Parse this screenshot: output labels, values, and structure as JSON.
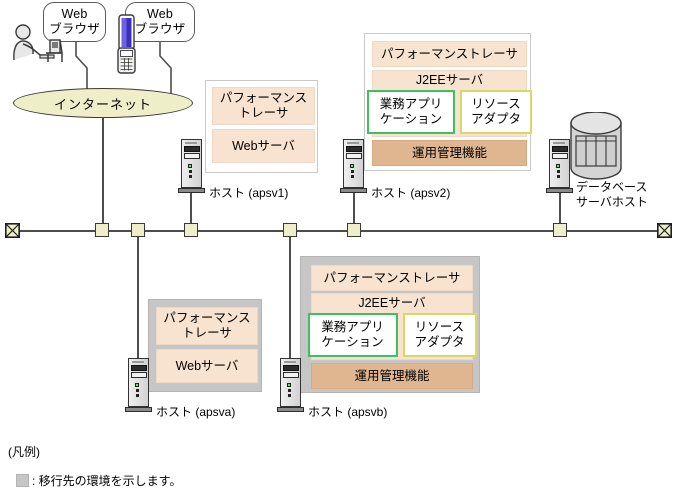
{
  "diagram": {
    "clients": {
      "browser1_line1": "Web",
      "browser1_line2": "ブラウザ",
      "browser2_line1": "Web",
      "browser2_line2": "ブラウザ",
      "person_icon": "person-at-desk-icon",
      "phone_icon": "mobile-phone-icon"
    },
    "network": {
      "internet_label": "インターネット",
      "bus_terminator_icon": "bus-terminator-icon",
      "connector_icon": "network-tap-icon"
    },
    "hosts": [
      {
        "id": "apsv1",
        "caption": "ホスト (apsv1)",
        "migration_target": false,
        "components": [
          {
            "type": "band",
            "label": "パフォーマンス\nトレーサ",
            "line1": "パフォーマンス",
            "line2": "トレーサ"
          },
          {
            "type": "band",
            "label": "Webサーバ"
          }
        ]
      },
      {
        "id": "apsv2",
        "caption": "ホスト (apsv2)",
        "migration_target": false,
        "components": [
          {
            "type": "band",
            "label": "パフォーマンストレーサ"
          },
          {
            "type": "j2ee",
            "title": "J2EEサーバ",
            "chips": [
              {
                "line1": "業務アプリ",
                "line2": "ケーション",
                "accent": "#3fbf5f"
              },
              {
                "line1": "リソース",
                "line2": "アダプタ",
                "accent": "#d8d86a"
              }
            ]
          },
          {
            "type": "band-dark",
            "label": "運用管理機能"
          }
        ]
      },
      {
        "id": "dbserver",
        "caption_line1": "データベース",
        "caption_line2": "サーバホスト",
        "database_icon": "database-cylinder-icon"
      },
      {
        "id": "apsva",
        "caption": "ホスト (apsva)",
        "migration_target": true,
        "components": [
          {
            "type": "band",
            "line1": "パフォーマンス",
            "line2": "トレーサ"
          },
          {
            "type": "band",
            "label": "Webサーバ"
          }
        ]
      },
      {
        "id": "apsvb",
        "caption": "ホスト (apsvb)",
        "migration_target": true,
        "components": [
          {
            "type": "band",
            "label": "パフォーマンストレーサ"
          },
          {
            "type": "j2ee",
            "title": "J2EEサーバ",
            "chips": [
              {
                "line1": "業務アプリ",
                "line2": "ケーション",
                "accent": "#3fbf5f"
              },
              {
                "line1": "リソース",
                "line2": "アダプタ",
                "accent": "#d8d86a"
              }
            ]
          },
          {
            "type": "band-dark",
            "label": "運用管理機能"
          }
        ]
      }
    ],
    "legend": {
      "title": "(凡例)",
      "swatch_color": "#c6c6c6",
      "text": ": 移行先の環境を示します。"
    },
    "colors": {
      "band_fill": "#f7e3d0",
      "band_dark_fill": "#dfb690",
      "migration_gray": "#c6c6c6",
      "internet_fill": "#eeeec8",
      "connector_fill": "#eeeec8",
      "app_chip_border": "#3fbf5f",
      "adapter_chip_border": "#d8d86a",
      "line": "#4d4d4d"
    }
  }
}
